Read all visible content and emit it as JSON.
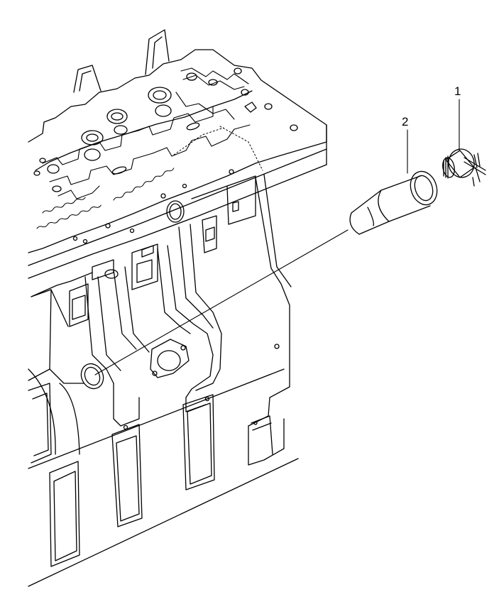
{
  "callouts": [
    {
      "id": "1",
      "label": "1",
      "part": "plug-with-o-ring"
    },
    {
      "id": "2",
      "label": "2",
      "part": "sleeve-tube"
    }
  ],
  "colors": {
    "line": "#000000",
    "background": "#ffffff"
  }
}
